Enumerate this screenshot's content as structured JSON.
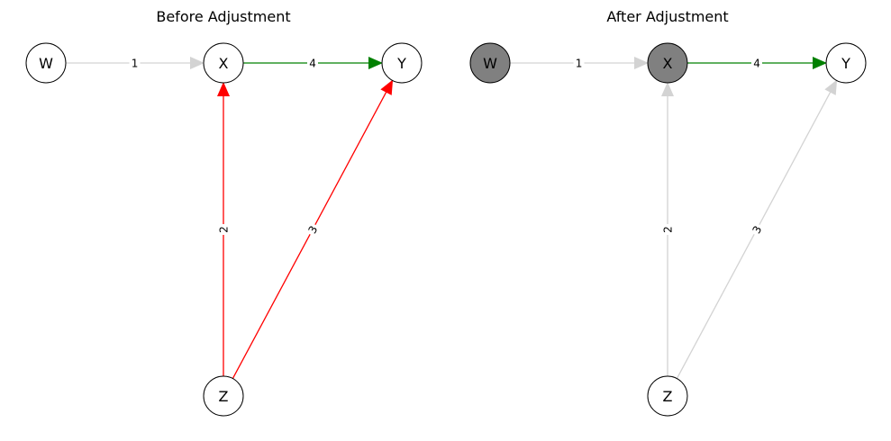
{
  "colors": {
    "neutral_edge": "#d3d3d3",
    "causal_edge": "#008000",
    "backdoor_edge": "#ff0000",
    "node_fill": "#ffffff",
    "adjusted_node_fill": "#808080",
    "node_stroke": "#000000"
  },
  "panels": [
    {
      "title": "Before Adjustment",
      "nodes": [
        {
          "id": "W",
          "label": "W",
          "adjusted": false
        },
        {
          "id": "X",
          "label": "X",
          "adjusted": false
        },
        {
          "id": "Y",
          "label": "Y",
          "adjusted": false
        },
        {
          "id": "Z",
          "label": "Z",
          "adjusted": false
        }
      ],
      "edges": [
        {
          "from": "W",
          "to": "X",
          "label": "1",
          "role": "neutral"
        },
        {
          "from": "X",
          "to": "Y",
          "label": "4",
          "role": "causal"
        },
        {
          "from": "Z",
          "to": "X",
          "label": "2",
          "role": "backdoor"
        },
        {
          "from": "Z",
          "to": "Y",
          "label": "3",
          "role": "backdoor"
        }
      ]
    },
    {
      "title": "After Adjustment",
      "nodes": [
        {
          "id": "W",
          "label": "W",
          "adjusted": true
        },
        {
          "id": "X",
          "label": "X",
          "adjusted": true
        },
        {
          "id": "Y",
          "label": "Y",
          "adjusted": false
        },
        {
          "id": "Z",
          "label": "Z",
          "adjusted": false
        }
      ],
      "edges": [
        {
          "from": "W",
          "to": "X",
          "label": "1",
          "role": "neutral"
        },
        {
          "from": "X",
          "to": "Y",
          "label": "4",
          "role": "causal"
        },
        {
          "from": "Z",
          "to": "X",
          "label": "2",
          "role": "neutral"
        },
        {
          "from": "Z",
          "to": "Y",
          "label": "3",
          "role": "neutral"
        }
      ]
    }
  ]
}
